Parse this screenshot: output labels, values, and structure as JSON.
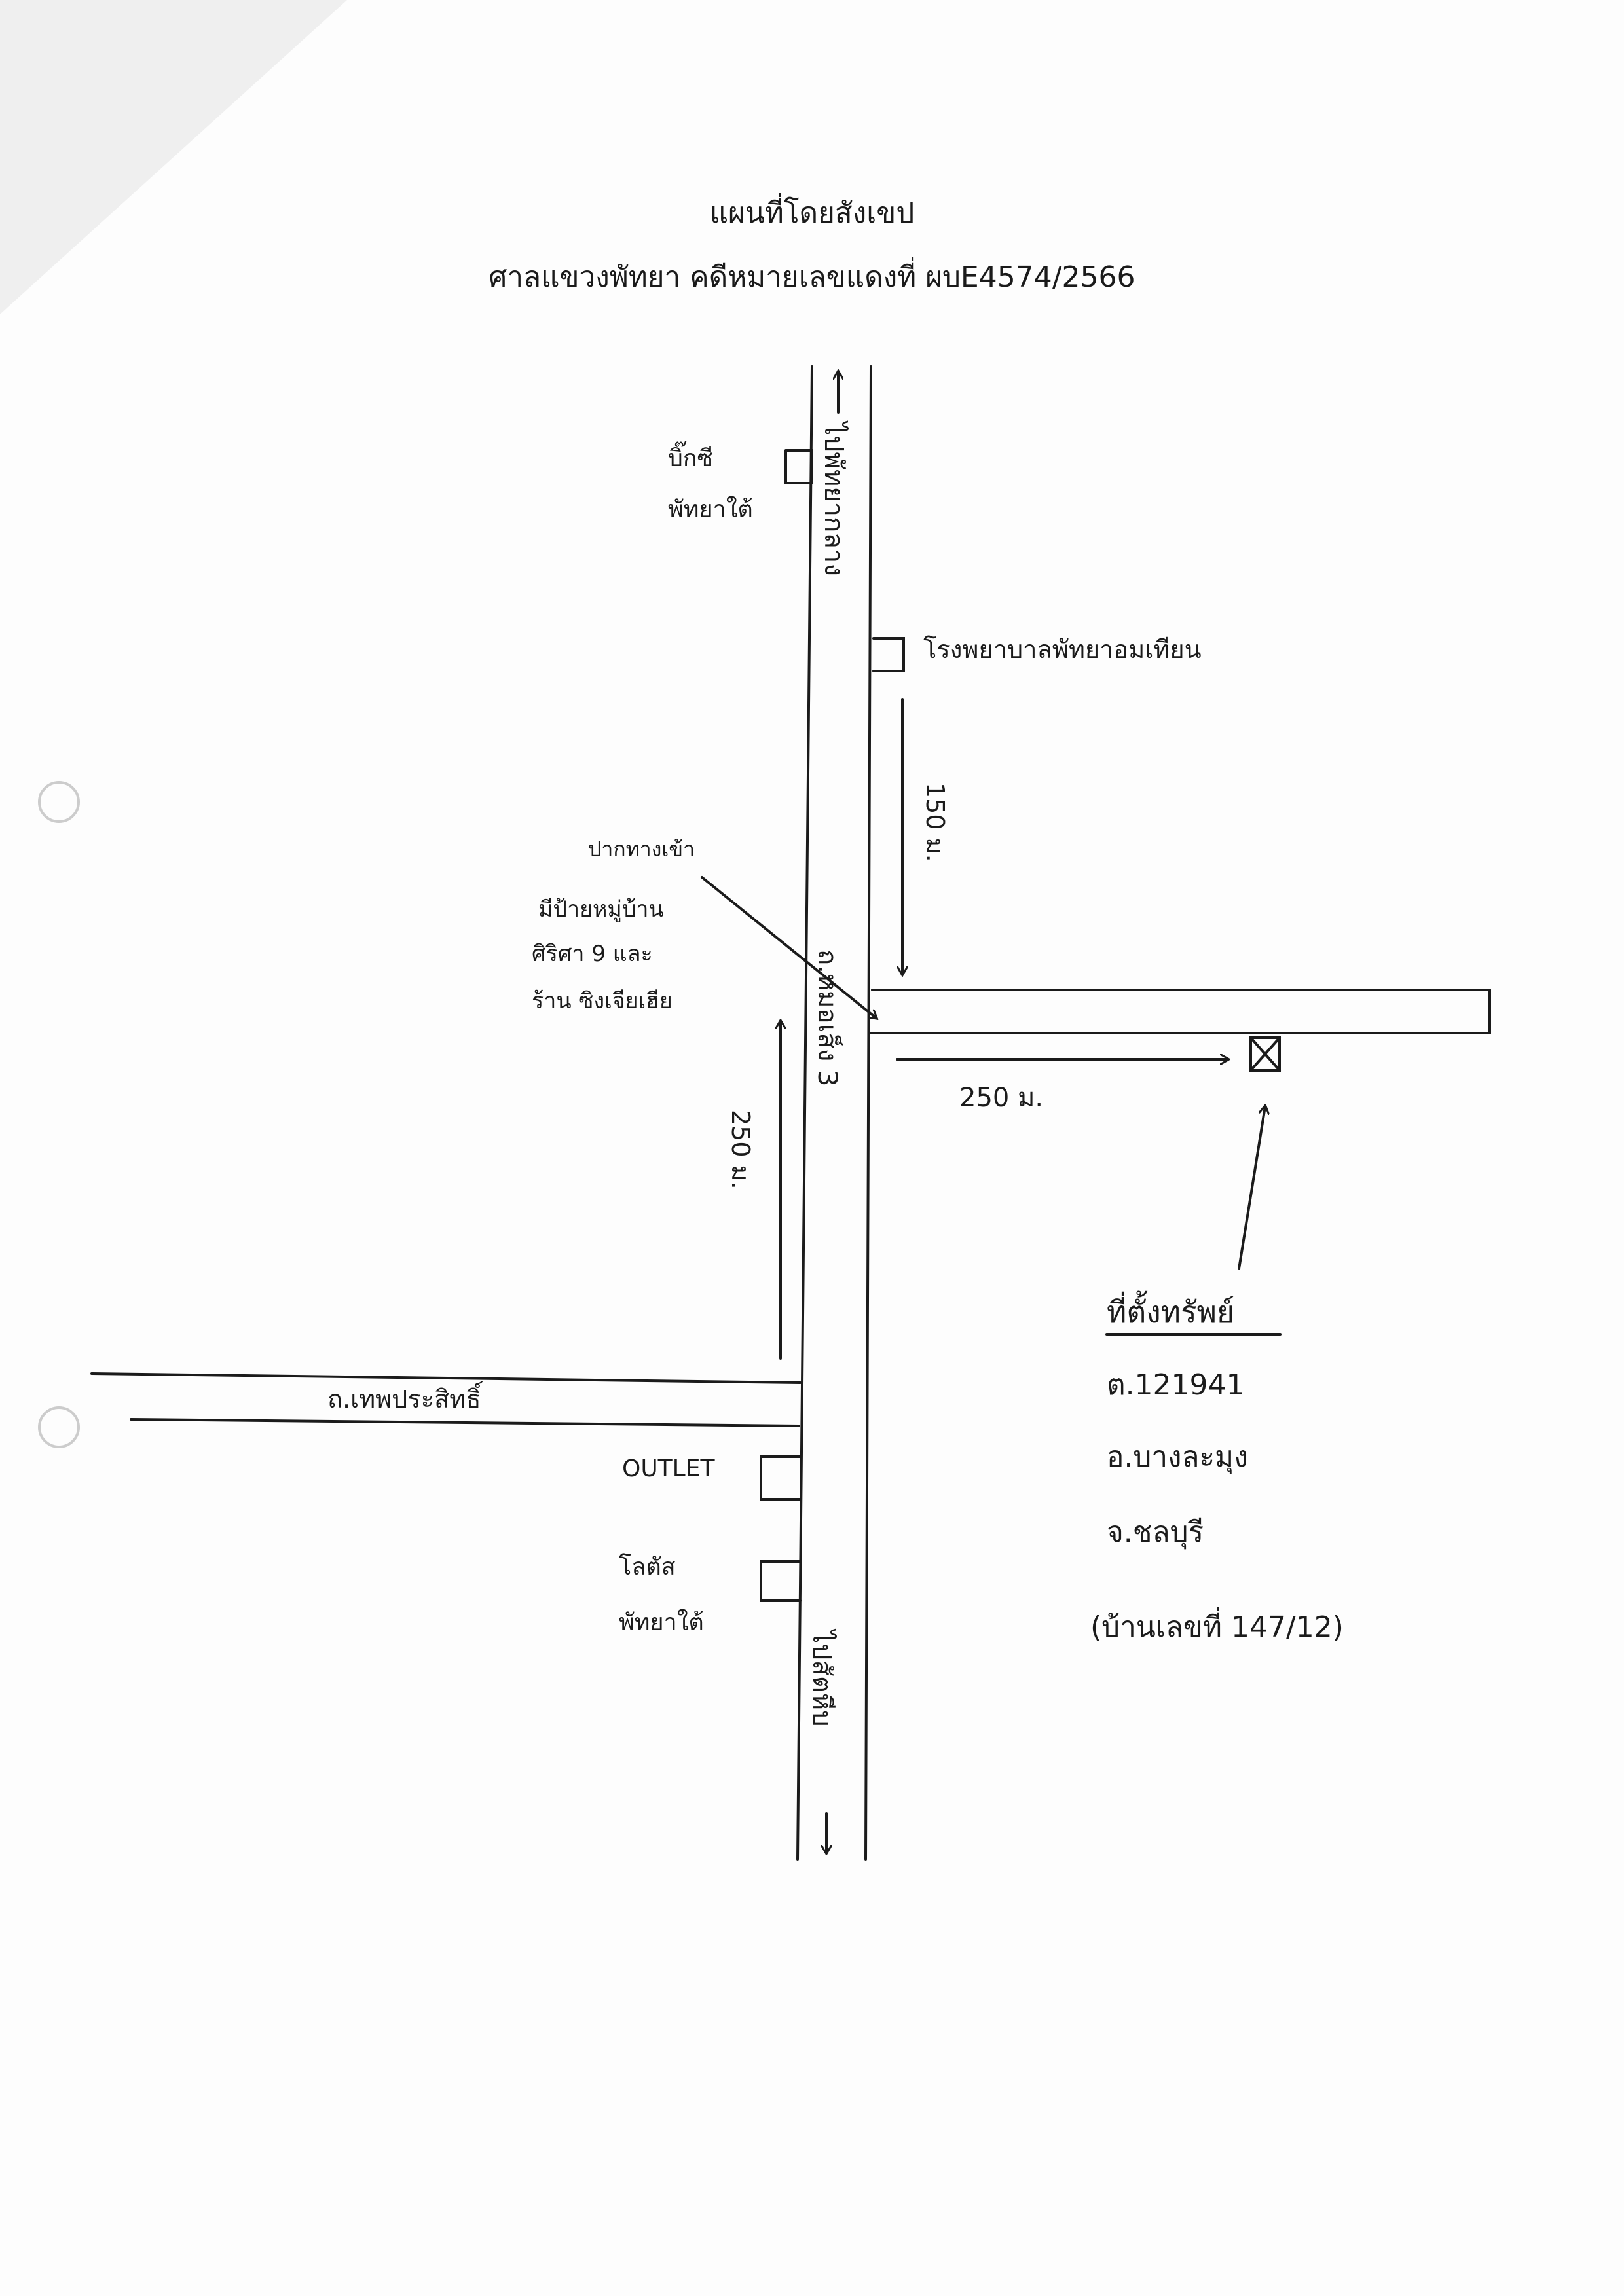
{
  "header": {
    "title": "แผนที่โดยสังเขป",
    "subtitle": "ศาลแขวงพัทยา   คดีหมายเลขแดงที่ ผบE4574/2566"
  },
  "roads": {
    "main_road_north": "ไปพัทยากลาง",
    "main_road_name": "ถ.หมอเส็ง 3",
    "main_road_south": "ไปสัตหีบ",
    "cross_road": "ถ.เทพประสิทธิ์"
  },
  "landmarks": {
    "bigc": [
      "บิ๊กซี",
      "พัทยาใต้"
    ],
    "school": "โรงพยาบาลพัทยาอมเทียน",
    "outlet": "OUTLET",
    "tesco": [
      "โลตัส",
      "พัทยาใต้"
    ],
    "entrance": [
      "ปากทางเข้า",
      "มีป้ายหมู่บ้าน",
      "ศิริศา 9 และ",
      "ร้าน ซิงเจียเฮีย"
    ]
  },
  "distances": {
    "north_segment": "150 ม.",
    "south_segment": "250 ม.",
    "east_segment": "250 ม."
  },
  "property": {
    "heading": "ที่ตั้งทรัพย์",
    "lines": [
      "ต.121941",
      "อ.บางละมุง",
      "จ.ชลบุรี",
      "(บ้านเลขที่ 147/12)"
    ]
  },
  "colors": {
    "ink": "#1b1b1b",
    "paper": "#fdfdfd"
  }
}
